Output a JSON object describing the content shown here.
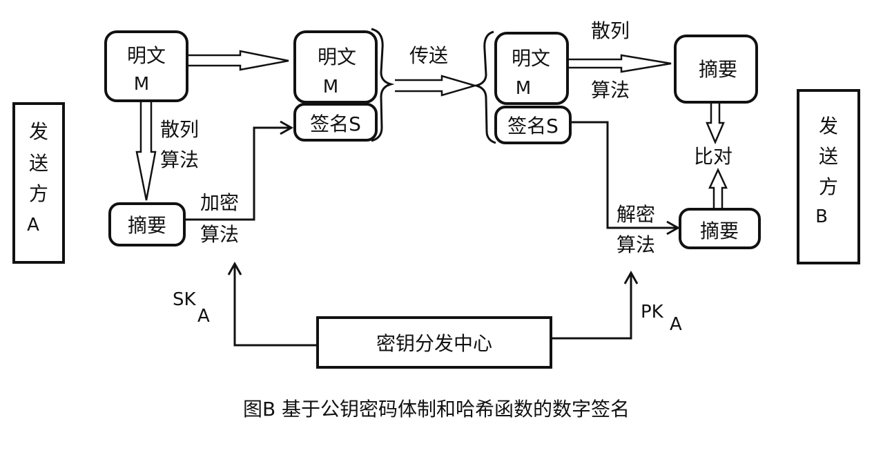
{
  "sender": {
    "line1": "发",
    "line2": "送",
    "line3": "方",
    "line4": "A"
  },
  "receiver": {
    "line1": "发",
    "line2": "送",
    "line3": "方",
    "line4": "B"
  },
  "plaintext_sender": {
    "title": "明文",
    "symbol": "M"
  },
  "plaintext_packet": {
    "title": "明文",
    "symbol": "M"
  },
  "signature_packet": {
    "label": "签名S"
  },
  "plaintext_recv": {
    "title": "明文",
    "symbol": "M"
  },
  "signature_recv": {
    "label": "签名S"
  },
  "digest_sender": {
    "label": "摘要"
  },
  "digest_recv_top": {
    "label": "摘要"
  },
  "digest_recv_bottom": {
    "label": "摘要"
  },
  "hash_left": {
    "line1": "散列",
    "line2": "算法"
  },
  "hash_right": {
    "line1": "散列",
    "line2": "算法"
  },
  "encrypt": {
    "line1": "加密",
    "line2": "算法"
  },
  "decrypt": {
    "line1": "解密",
    "line2": "算法"
  },
  "transmit": {
    "label": "传送"
  },
  "compare": {
    "label": "比对"
  },
  "key_center": {
    "label": "密钥分发中心"
  },
  "secret_key": {
    "main": "SK",
    "sub": "A"
  },
  "public_key": {
    "main": "PK",
    "sub": "A"
  },
  "caption": "图B 基于公钥密码体制和哈希函数的数字签名"
}
